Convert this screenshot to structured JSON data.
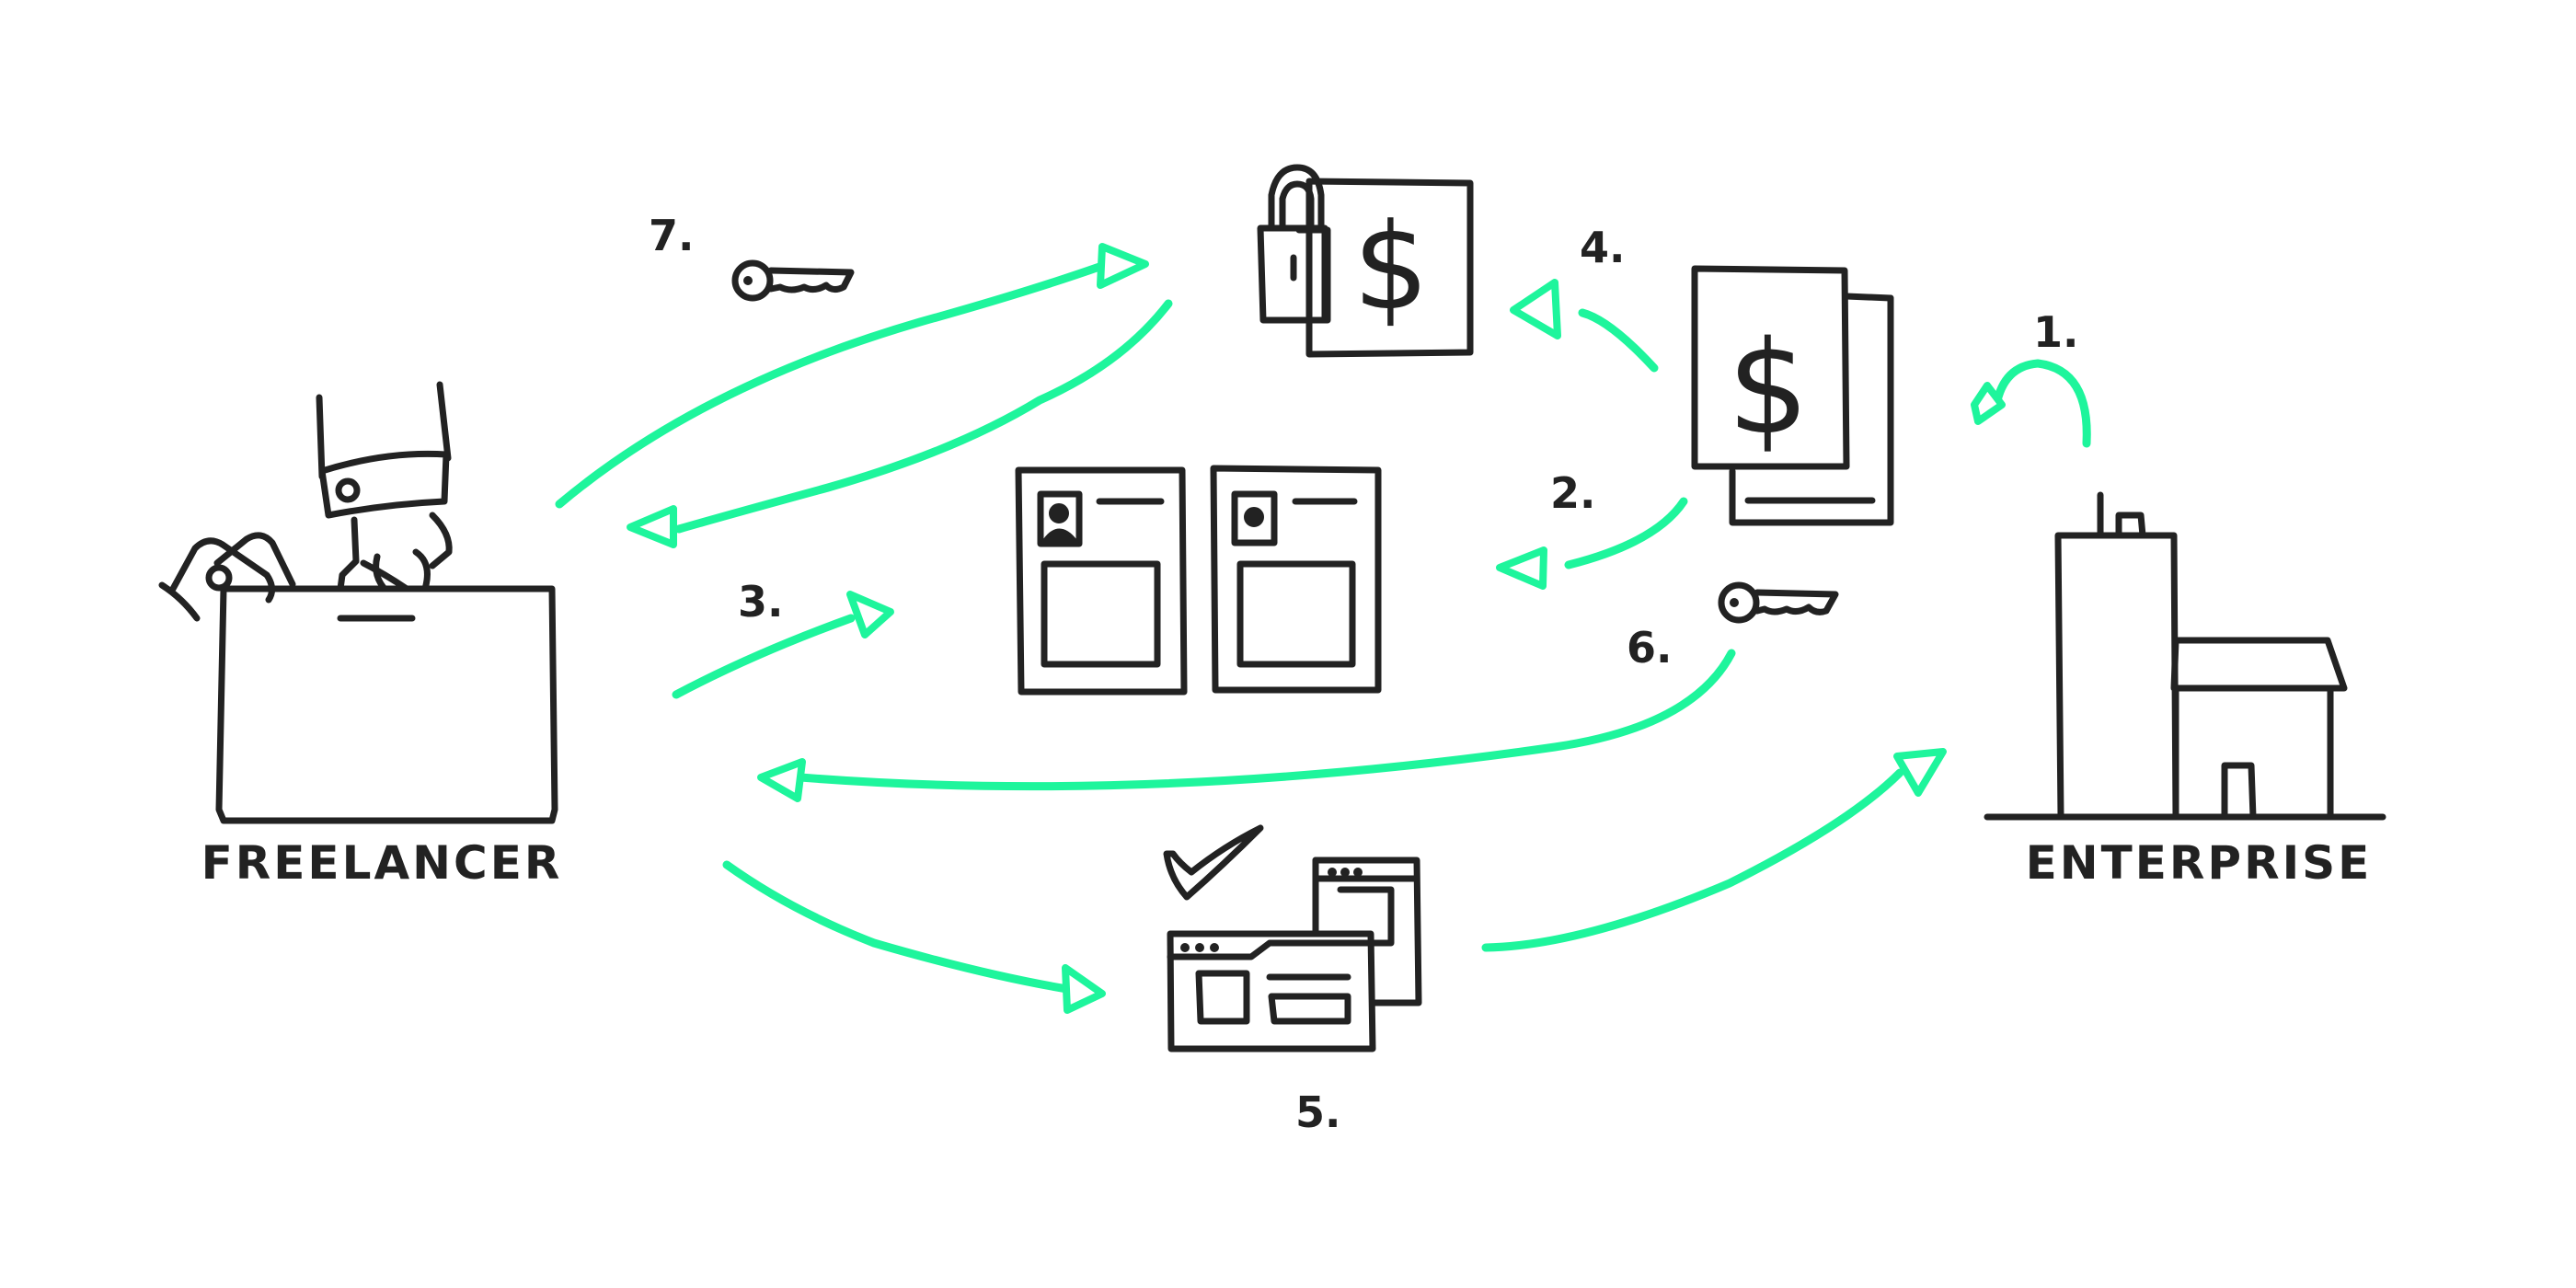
{
  "actors": {
    "freelancer": "FREELANCER",
    "enterprise": "ENTERPRISE"
  },
  "steps": {
    "step_1": "1.",
    "step_2": "2.",
    "step_3": "3.",
    "step_4": "4.",
    "step_5": "5.",
    "step_6": "6.",
    "step_7": "7."
  },
  "icons": {
    "money_symbol": "$"
  },
  "colors": {
    "arrow": "#1ef59c",
    "ink": "#222222",
    "background": "#ffffff"
  }
}
